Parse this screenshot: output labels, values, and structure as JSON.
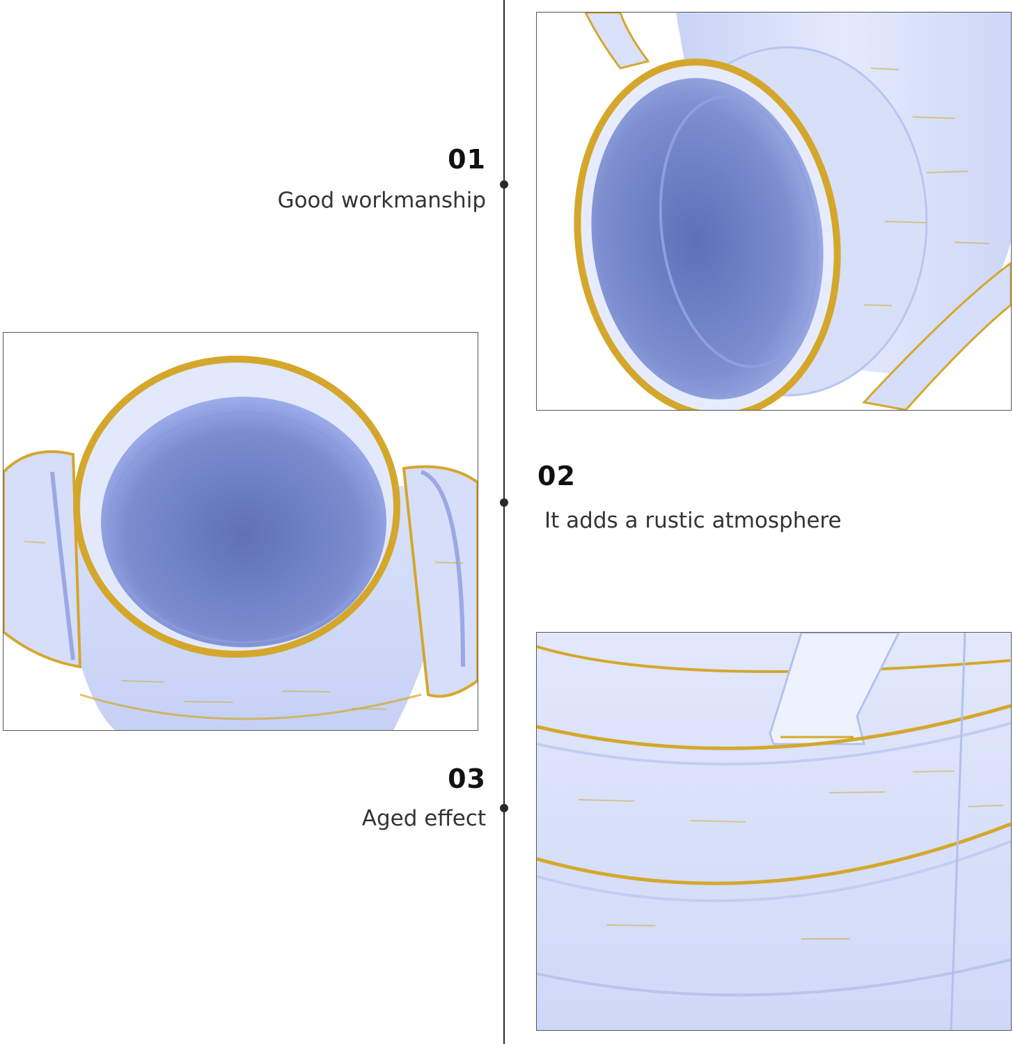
{
  "features": [
    {
      "number": "01",
      "caption": "Good workmanship"
    },
    {
      "number": "02",
      "caption": "It adds a rustic atmosphere"
    },
    {
      "number": "03",
      "caption": "Aged effect"
    }
  ],
  "colors": {
    "metal_light": "#dfe6fb",
    "metal_shadow": "#aab7e6",
    "interior": "#6e7fc4",
    "interior_deep": "#4d5ea8",
    "rust_gold": "#d4a72c",
    "divider": "#2a2a2a"
  },
  "photos": [
    {
      "subject": "top-right: watering can spout opening"
    },
    {
      "subject": "left: can viewed from above with handles"
    },
    {
      "subject": "bottom-right: close-up of banded can body"
    }
  ]
}
